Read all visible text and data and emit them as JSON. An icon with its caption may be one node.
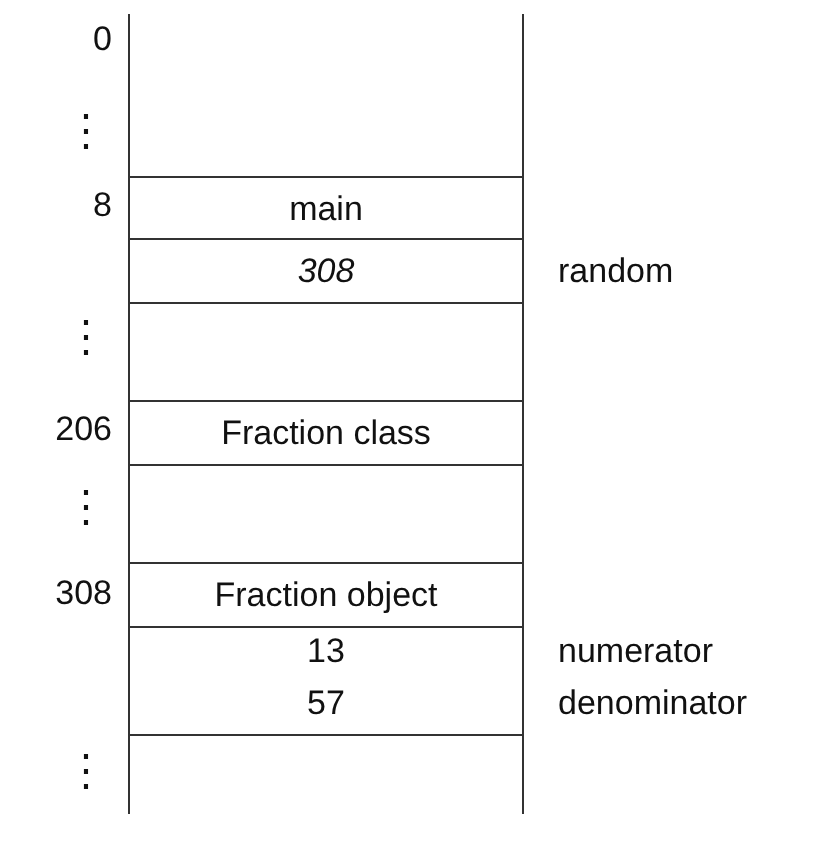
{
  "diagram": {
    "nodes": [
      {
        "text": [],
        "shape": "box"
      },
      {
        "text": [
          "main"
        ]
      },
      {
        "text": [
          "308"
        ],
        "beside": [
          "random"
        ]
      },
      {
        "text": [],
        "shape": "box"
      },
      {
        "text": [
          "Fraction class"
        ]
      },
      {
        "text": [],
        "shape": "box"
      },
      {
        "text": [
          "Fraction object"
        ]
      },
      {
        "text": [
          "13",
          "57"
        ],
        "beside": [
          "numerator",
          "denominator"
        ]
      },
      {
        "text": [],
        "shape": "box"
      }
    ],
    "labels": [
      "0",
      "⋮",
      "8",
      "⋮",
      "206",
      "⋮",
      "308",
      "⋮"
    ]
  }
}
